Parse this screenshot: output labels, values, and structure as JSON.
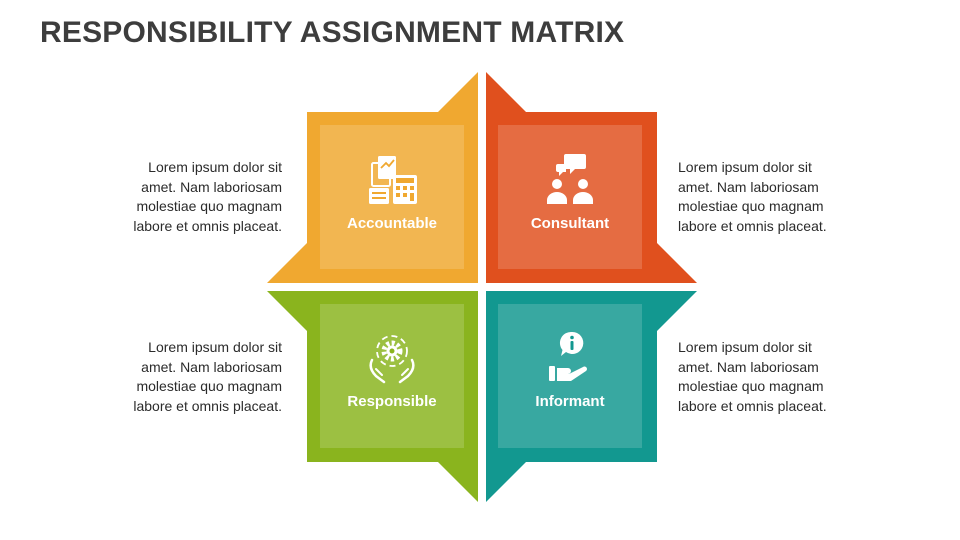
{
  "title": "RESPONSIBILITY ASSIGNMENT MATRIX",
  "colors": {
    "accountable": "#f0a830",
    "consultant": "#e0501e",
    "responsible": "#8ab41e",
    "informant": "#129890"
  },
  "quadrants": [
    {
      "id": "accountable",
      "label": "Accountable",
      "icon": "calculator-documents-icon",
      "description": "Lorem ipsum dolor sit amet. Nam laboriosam molestiae quo magnam labore et omnis placeat."
    },
    {
      "id": "consultant",
      "label": "Consultant",
      "icon": "people-chat-icon",
      "description": "Lorem ipsum dolor sit amet. Nam laboriosam molestiae quo magnam labore et omnis placeat."
    },
    {
      "id": "responsible",
      "label": "Responsible",
      "icon": "hands-gear-icon",
      "description": "Lorem ipsum dolor sit amet. Nam laboriosam molestiae quo magnam labore et omnis placeat."
    },
    {
      "id": "informant",
      "label": "Informant",
      "icon": "hand-info-icon",
      "description": "Lorem ipsum dolor sit amet. Nam laboriosam molestiae quo magnam labore et omnis placeat."
    }
  ]
}
